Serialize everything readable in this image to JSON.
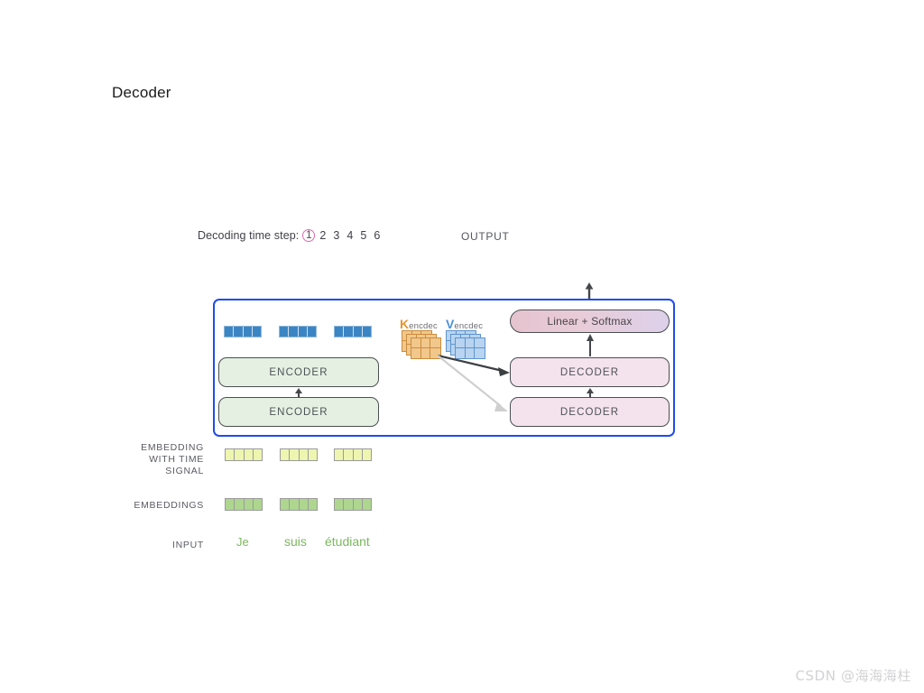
{
  "slide": {
    "title": "Decoder"
  },
  "timestep": {
    "label": "Decoding time step:",
    "steps": [
      "1",
      "2",
      "3",
      "4",
      "5",
      "6"
    ],
    "active_index": 0,
    "active_circle_color": "#e267b0"
  },
  "output": {
    "label": "OUTPUT"
  },
  "panel": {
    "border_color": "#1e4cf0",
    "token_bars": [
      {
        "name": "token-bar-1",
        "cells": 4
      },
      {
        "name": "token-bar-2",
        "cells": 4
      },
      {
        "name": "token-bar-3",
        "cells": 4
      }
    ],
    "encoders": [
      {
        "label": "ENCODER"
      },
      {
        "label": "ENCODER"
      }
    ],
    "decoders": [
      {
        "label": "DECODER"
      },
      {
        "label": "DECODER"
      }
    ],
    "linear_softmax": {
      "label": "Linear + Softmax"
    },
    "attention_matrices": [
      {
        "symbol": "K",
        "subscript": "encdec",
        "color": "#e8952e",
        "fill": "#f2c78c",
        "stroke": "#c98d3e",
        "layers": 3,
        "rows": 2,
        "cols": 3
      },
      {
        "symbol": "V",
        "subscript": "encdec",
        "color": "#4a90d9",
        "fill": "#b8d4f0",
        "stroke": "#5f94cc",
        "layers": 3,
        "rows": 2,
        "cols": 3
      }
    ]
  },
  "rows": {
    "embedding_with_time_signal": {
      "label_lines": [
        "EMBEDDING",
        "WITH TIME",
        "SIGNAL"
      ],
      "cell_color": "#eef5b0",
      "vectors": [
        {
          "cells": 4
        },
        {
          "cells": 4
        },
        {
          "cells": 4
        }
      ]
    },
    "embeddings": {
      "label": "EMBEDDINGS",
      "cell_color": "#aed68f",
      "vectors": [
        {
          "cells": 4
        },
        {
          "cells": 4
        },
        {
          "cells": 4
        }
      ]
    },
    "input": {
      "label": "INPUT",
      "color": "#7cb75e",
      "words": [
        {
          "text": "Je",
          "size": 13
        },
        {
          "text": "suis",
          "size": 14
        },
        {
          "text": "étudiant",
          "size": 14
        }
      ]
    }
  },
  "watermark": {
    "text": "CSDN @海海海柱"
  }
}
